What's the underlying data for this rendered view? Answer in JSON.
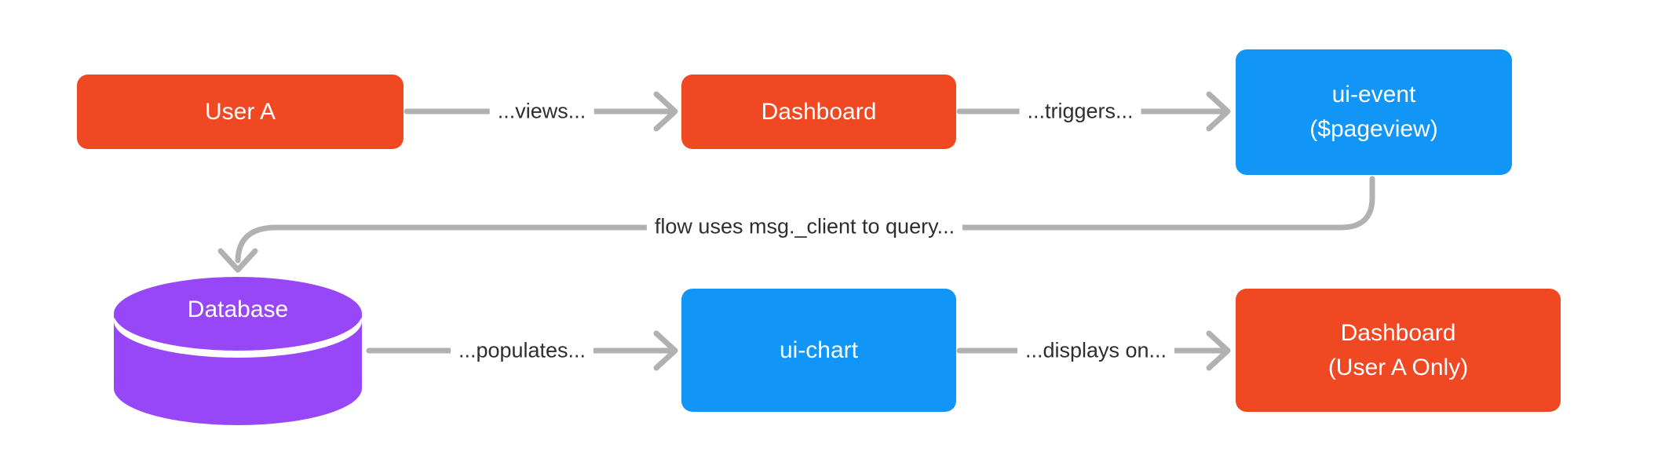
{
  "diagram": {
    "type": "flow-diagram",
    "background": "#ffffff",
    "colors": {
      "node_red": "#F04823",
      "node_blue": "#1196F8",
      "node_purple": "#9747F8",
      "connector_gray": "#B1B1B1",
      "edge_label_text": "#2E2E2E",
      "node_text": "#FFFFFF"
    },
    "nodes": {
      "user_a": {
        "label": "User A",
        "color": "#F04823",
        "shape": "rounded-rect"
      },
      "dashboard": {
        "label": "Dashboard",
        "color": "#F04823",
        "shape": "rounded-rect"
      },
      "ui_event": {
        "label1": "ui-event",
        "label2": "($pageview)",
        "color": "#1196F8",
        "shape": "rounded-rect"
      },
      "database": {
        "label": "Database",
        "color": "#9747F8",
        "shape": "cylinder"
      },
      "ui_chart": {
        "label": "ui-chart",
        "color": "#1196F8",
        "shape": "rounded-rect"
      },
      "dashboard_only": {
        "label1": "Dashboard",
        "label2": "(User A Only)",
        "color": "#F04823",
        "shape": "rounded-rect"
      }
    },
    "edges": {
      "views": {
        "label": "...views...",
        "from": "user_a",
        "to": "dashboard"
      },
      "triggers": {
        "label": "...triggers...",
        "from": "dashboard",
        "to": "ui_event"
      },
      "flow_query": {
        "label": "flow uses msg._client to query...",
        "from": "ui_event",
        "to": "database"
      },
      "populates": {
        "label": "...populates...",
        "from": "database",
        "to": "ui_chart"
      },
      "displays": {
        "label": "...displays on...",
        "from": "ui_chart",
        "to": "dashboard_only"
      }
    }
  }
}
